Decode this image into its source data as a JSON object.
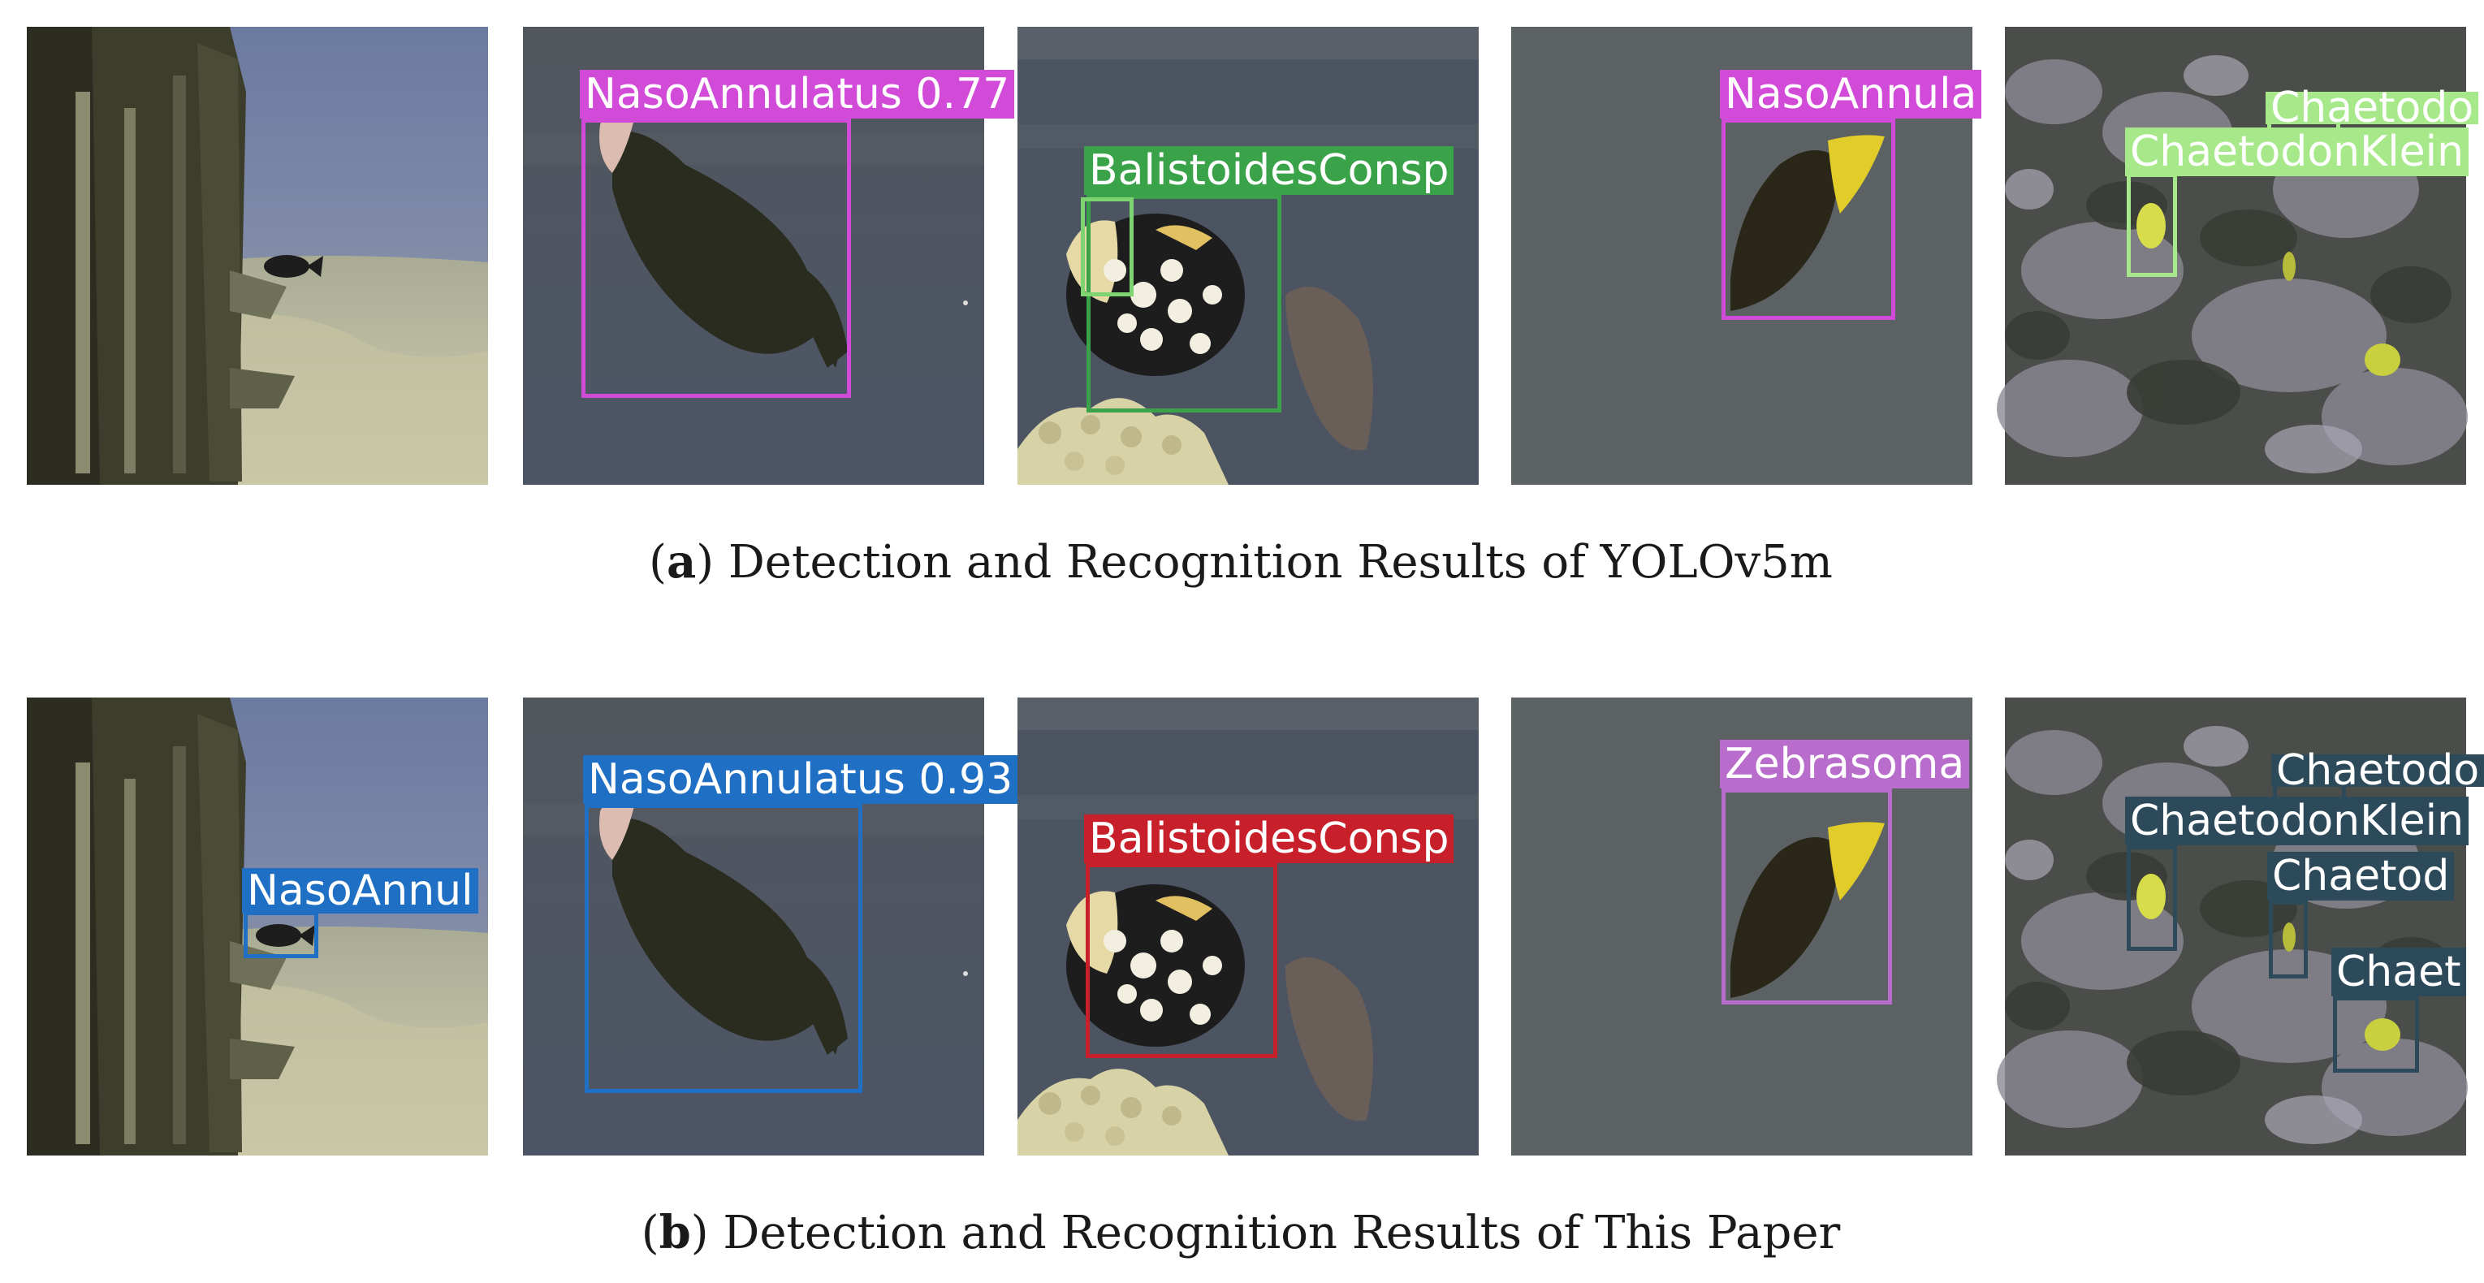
{
  "rows": [
    {
      "caption": {
        "tag": "a",
        "text": "Detection and Recognition Results of YOLOv5m"
      },
      "panels": [
        {
          "scene": "wreck",
          "detections": []
        },
        {
          "scene": "naso",
          "detections": [
            {
              "label": "NasoAnnulatus 0.77",
              "color": "#d24ad8"
            }
          ]
        },
        {
          "scene": "balistoides",
          "detections": [
            {
              "label": "BalistoidesConsp",
              "color": "#3aa34a"
            },
            {
              "label": "",
              "color": "#7ed470"
            }
          ]
        },
        {
          "scene": "zebrasoma",
          "detections": [
            {
              "label": "NasoAnnula",
              "color": "#d24ad8"
            }
          ]
        },
        {
          "scene": "reef",
          "detections": [
            {
              "label": "ChaetodonKlein",
              "color": "#a6e88a"
            },
            {
              "label": "Chaetodo",
              "color": "#a6e88a"
            }
          ]
        }
      ]
    },
    {
      "caption": {
        "tag": "b",
        "text": "Detection and Recognition Results of This Paper"
      },
      "panels": [
        {
          "scene": "wreck",
          "detections": [
            {
              "label": "NasoAnnul",
              "color": "#1f6fc4"
            }
          ]
        },
        {
          "scene": "naso",
          "detections": [
            {
              "label": "NasoAnnulatus 0.93",
              "color": "#1f6fc4"
            }
          ]
        },
        {
          "scene": "balistoides",
          "detections": [
            {
              "label": "BalistoidesConsp",
              "color": "#c8202a"
            }
          ]
        },
        {
          "scene": "zebrasoma",
          "detections": [
            {
              "label": "Zebrasoma",
              "color": "#b86ccb"
            }
          ]
        },
        {
          "scene": "reef",
          "detections": [
            {
              "label": "ChaetodonKlein",
              "color": "#2d4a5a"
            },
            {
              "label": "Chaetodo",
              "color": "#2d4a5a"
            },
            {
              "label": "Chaetod",
              "color": "#2d4a5a"
            },
            {
              "label": "Chaet",
              "color": "#2d4a5a"
            }
          ]
        }
      ]
    }
  ]
}
